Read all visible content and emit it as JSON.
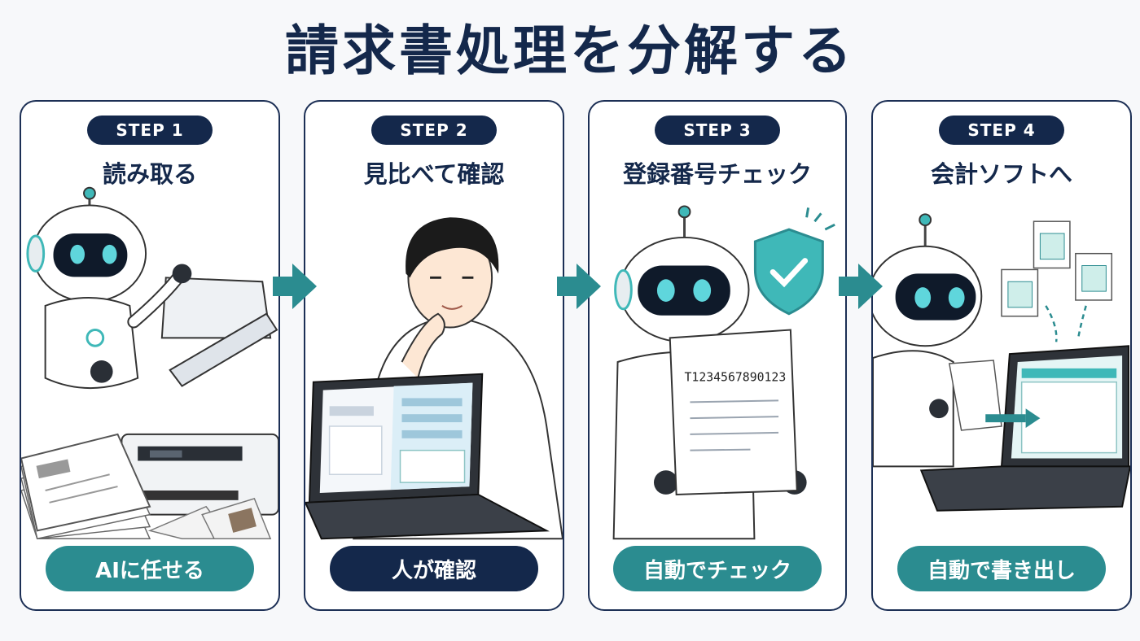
{
  "title": "請求書処理を分解する",
  "colors": {
    "navy": "#14284b",
    "teal": "#2b8c90",
    "accent": "#3fb8b8"
  },
  "steps": [
    {
      "step_label": "STEP 1",
      "title": "読み取る",
      "action": "AIに任せる",
      "icons": [
        "robot-icon",
        "scanner-icon",
        "document-stack-icon",
        "photo-receipt-icon"
      ]
    },
    {
      "step_label": "STEP 2",
      "title": "見比べて確認",
      "action": "人が確認",
      "icons": [
        "person-icon",
        "laptop-icon"
      ]
    },
    {
      "step_label": "STEP 3",
      "title": "登録番号チェック",
      "action": "自動でチェック",
      "doc_number": "T1234567890123",
      "icons": [
        "robot-icon",
        "shield-check-icon",
        "document-icon"
      ]
    },
    {
      "step_label": "STEP 4",
      "title": "会計ソフトへ",
      "action": "自動で書き出し",
      "icons": [
        "robot-icon",
        "spreadsheet-icon",
        "laptop-icon"
      ]
    }
  ],
  "arrows": [
    "arrow-right-icon",
    "arrow-right-icon",
    "arrow-right-icon"
  ]
}
